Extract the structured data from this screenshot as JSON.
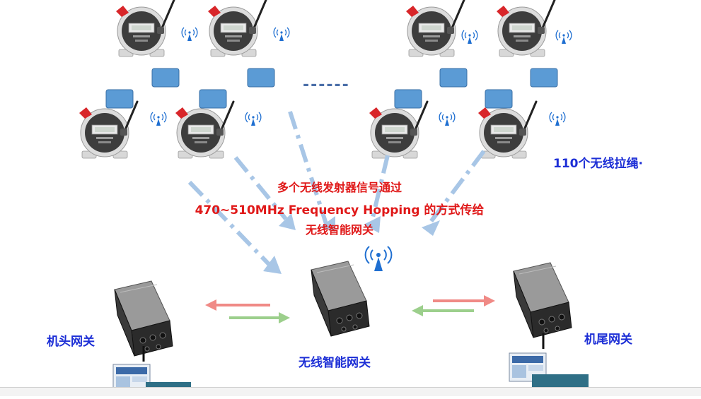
{
  "diagram": {
    "sensor_count_label": "110个无线拉绳·",
    "caption": {
      "line1": "多个无线发射器信号通过",
      "line2": "470~510MHz Frequency Hopping 的方式传给",
      "line3": "无线智能网关"
    },
    "head_gateway_label": "机头网关",
    "center_gateway_label": "无线智能网关",
    "tail_gateway_label": "机尾网关",
    "ellipsis": "------",
    "colors": {
      "label_blue": "#1d2fd6",
      "caption_red": "#e01818",
      "arrow_blue": "#a8c6e6",
      "arrow_red": "#f08a86",
      "arrow_green": "#9ccf8c",
      "block_blue": "#5b9bd5",
      "signal_blue": "#1f6fd1"
    }
  }
}
